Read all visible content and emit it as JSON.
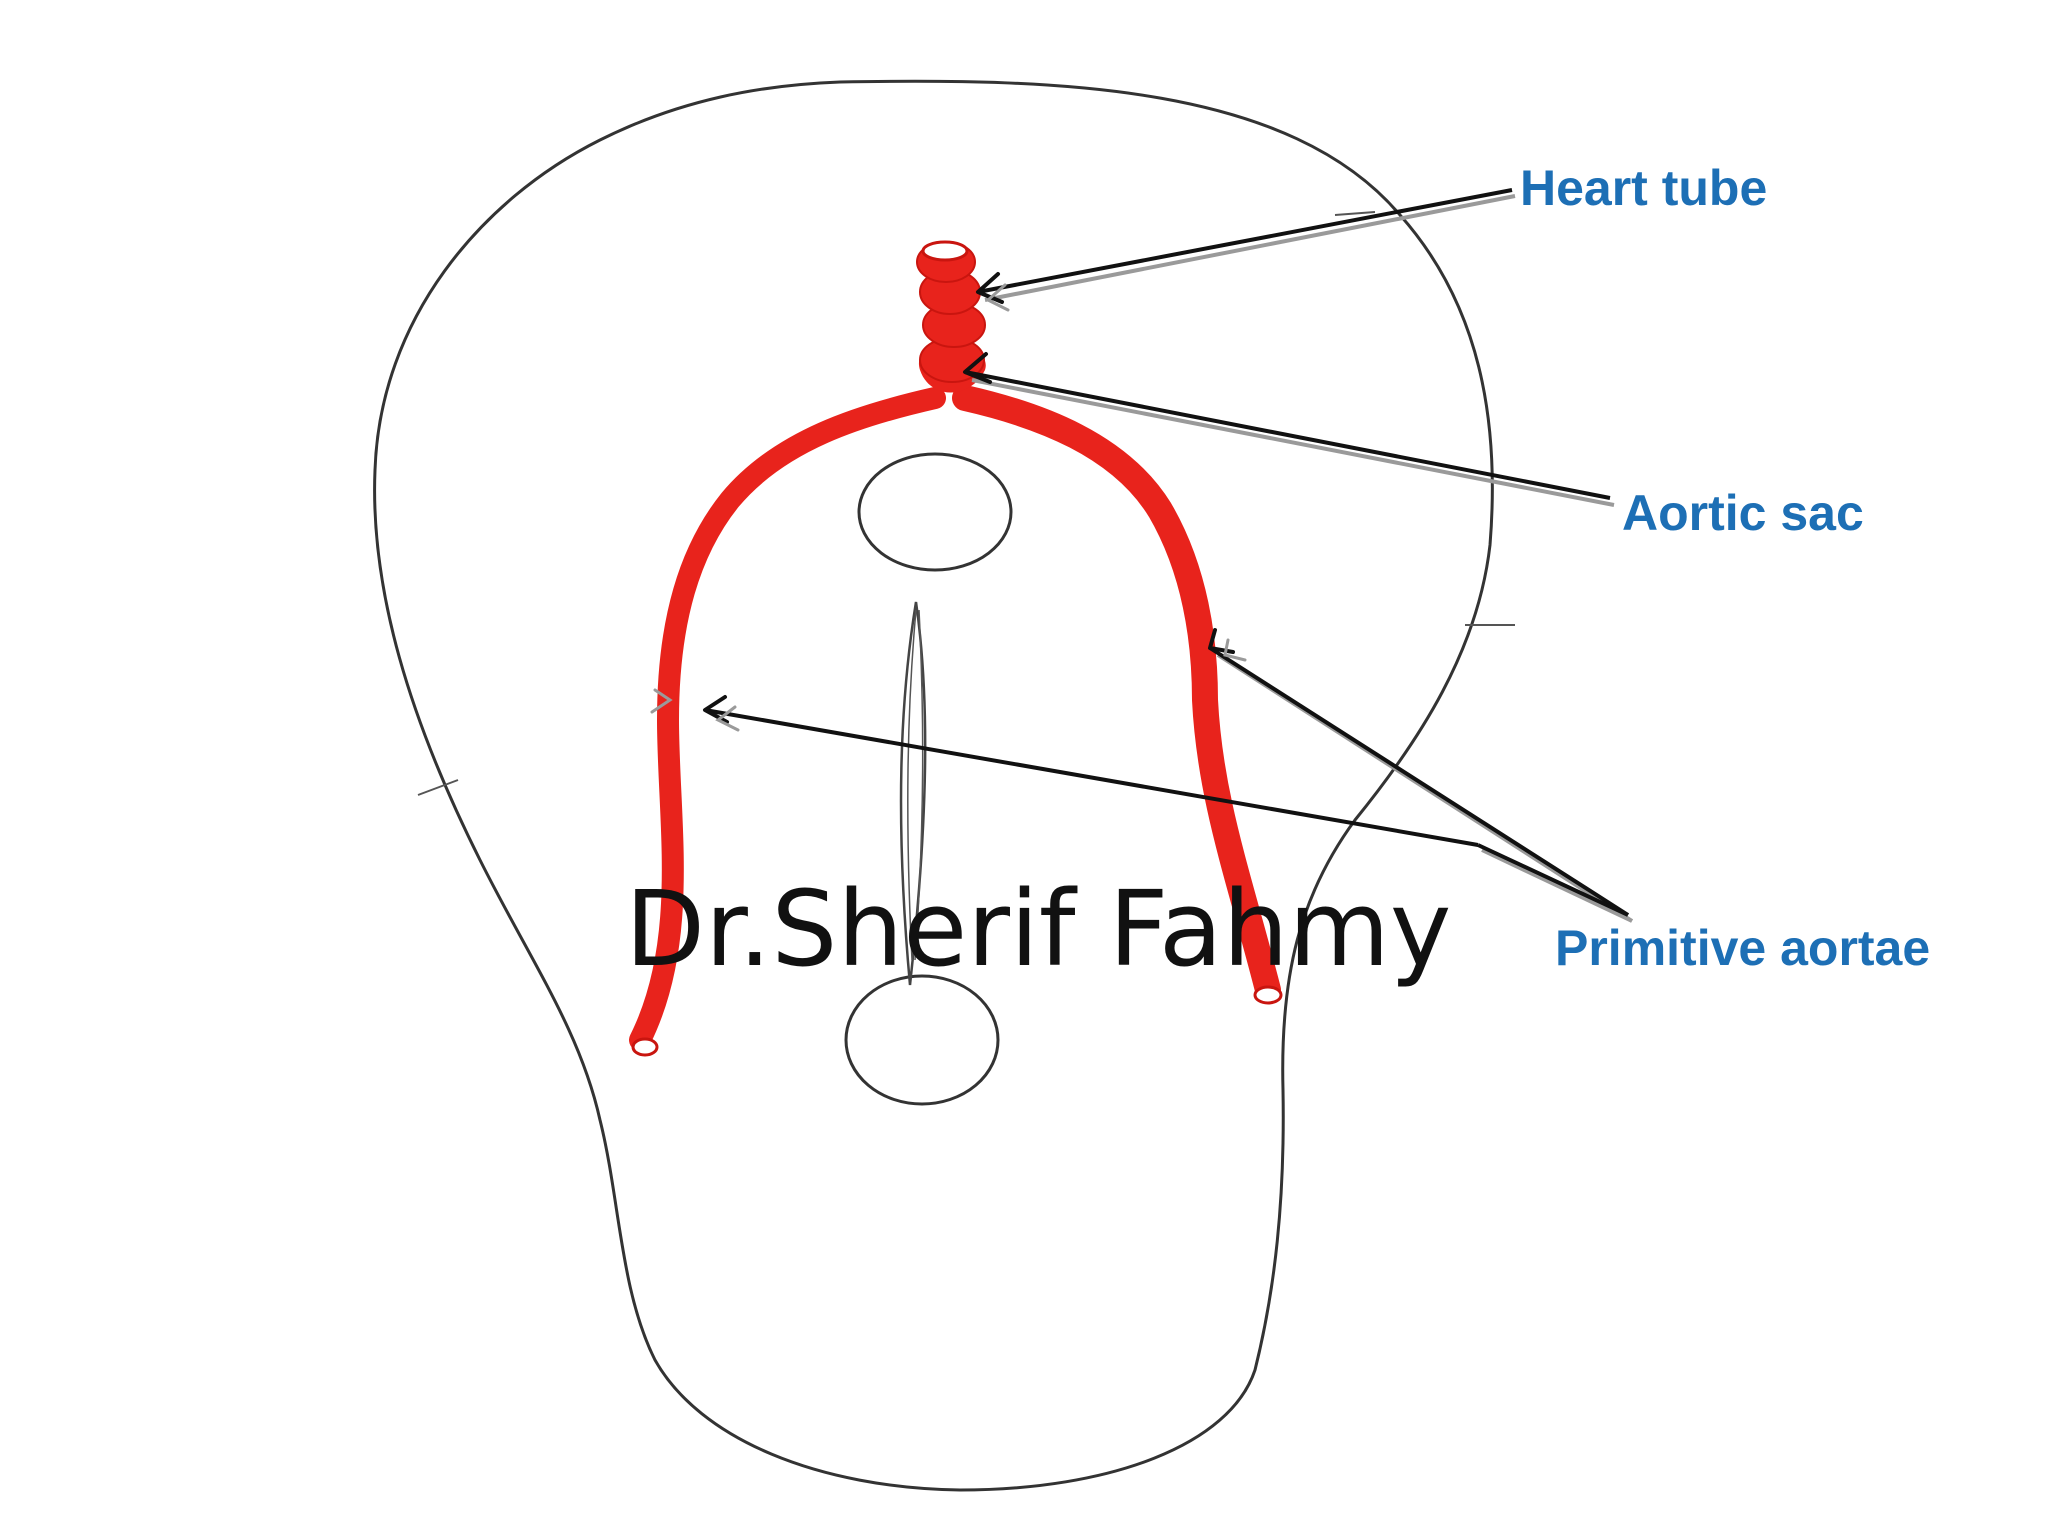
{
  "labels": {
    "heart_tube": "Heart tube",
    "aortic_sac": "Aortic sac",
    "primitive_aortae": "Primitive aortae"
  },
  "watermark": "Dr.Sherif Fahmy",
  "colors": {
    "label": "#1d6fb5",
    "vessel": "#e8231c",
    "vessel_dark": "#c9150f",
    "outline": "#333333",
    "leader": "#111111",
    "leader_shadow": "#9a9a9a",
    "watermark": "#111111"
  }
}
